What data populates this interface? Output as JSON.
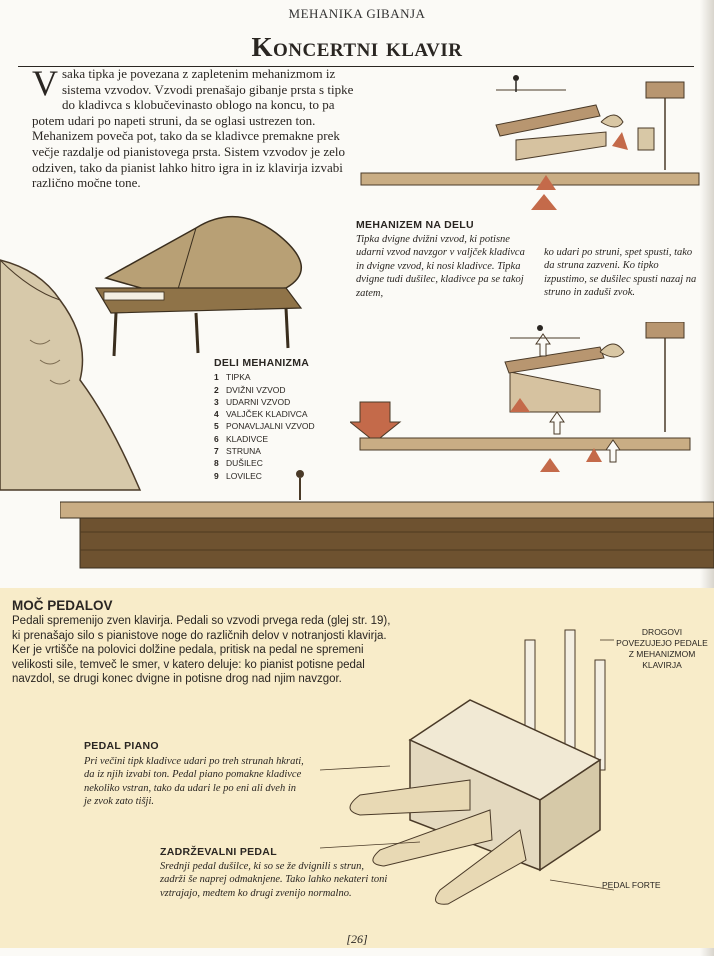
{
  "header": {
    "section": "MEHANIKA GIBANJA",
    "title": "Koncertni klavir"
  },
  "intro": {
    "drop_cap": "V",
    "text": "saka tipka je povezana z zapletenim mehanizmom iz sistema vzvodov. Vzvodi prenašajo gibanje prsta s tipke do kladivca s klobučevinasto oblogo na koncu, to pa potem udari po napeti struni, da se oglasi ustrezen ton. Mehanizem poveča pot, tako da se kladivce premakne prek večje razdalje od pianistovega prsta. Sistem vzvodov je zelo odziven, tako da pianist lahko hitro igra in iz klavirja izvabi različno močne tone."
  },
  "mechanism": {
    "heading": "MEHANIZEM NA DELU",
    "caption_left": "Tipka dvigne dvižni vzvod, ki potisne udarni vzvod navzgor v valjček kladivca in dvigne vzvod, ki nosi kladivce. Tipka dvigne tudi dušilec, kladivce pa se takoj zatem,",
    "caption_right": "ko udari po struni, spet spusti, tako da struna zazveni. Ko tipko izpustimo, se dušilec spusti nazaj na struno in zaduši zvok."
  },
  "parts": {
    "heading": "DELI MEHANIZMA",
    "items": [
      {
        "num": "1",
        "label": "TIPKA"
      },
      {
        "num": "2",
        "label": "DVIŽNI VZVOD"
      },
      {
        "num": "3",
        "label": "UDARNI VZVOD"
      },
      {
        "num": "4",
        "label": "VALJČEK KLADIVCA"
      },
      {
        "num": "5",
        "label": "PONAVLJALNI VZVOD"
      },
      {
        "num": "6",
        "label": "KLADIVCE"
      },
      {
        "num": "7",
        "label": "STRUNA"
      },
      {
        "num": "8",
        "label": "DUŠILEC"
      },
      {
        "num": "9",
        "label": "LOVILEC"
      }
    ]
  },
  "pedals": {
    "heading": "MOČ PEDALOV",
    "text": "Pedali spremenijo zven klavirja. Pedali so vzvodi prvega reda (glej str. 19), ki prenašajo silo s pianistove noge do različnih delov v notranjosti klavirja. Ker je vrtišče na polovici dolžine pedala, pritisk na pedal ne spremeni velikosti sile, temveč le smer, v katero deluje: ko pianist potisne pedal navzdol, se drugi konec dvigne in potisne drog nad njim navzgor.",
    "piano_heading": "PEDAL PIANO",
    "piano_text": "Pri večini tipk kladivce udari po treh strunah hkrati, da iz njih izvabi ton. Pedal piano pomakne kladivce nekoliko vstran, tako da udari le po eni ali dveh in je zvok zato tišji.",
    "sustain_heading": "ZADRŽEVALNI PEDAL",
    "sustain_text": "Srednji pedal dušilce, ki so se že dvignili s strun, zadrži še naprej odmaknjene. Tako lahko nekateri toni vztrajajo, medtem ko drugi zvenijo normalno.",
    "label_rods": "DROGOVI POVEZUJEJO PEDALE Z MEHANIZMOM KLAVIRJA",
    "label_forte": "PEDAL FORTE"
  },
  "footer": {
    "page": "[26]"
  },
  "colors": {
    "wood": "#6e5230",
    "wood_light": "#c9ad84",
    "marker": "#c46a4a",
    "pedal_box": "#f8ecc9",
    "felt": "#e8dfc0"
  }
}
